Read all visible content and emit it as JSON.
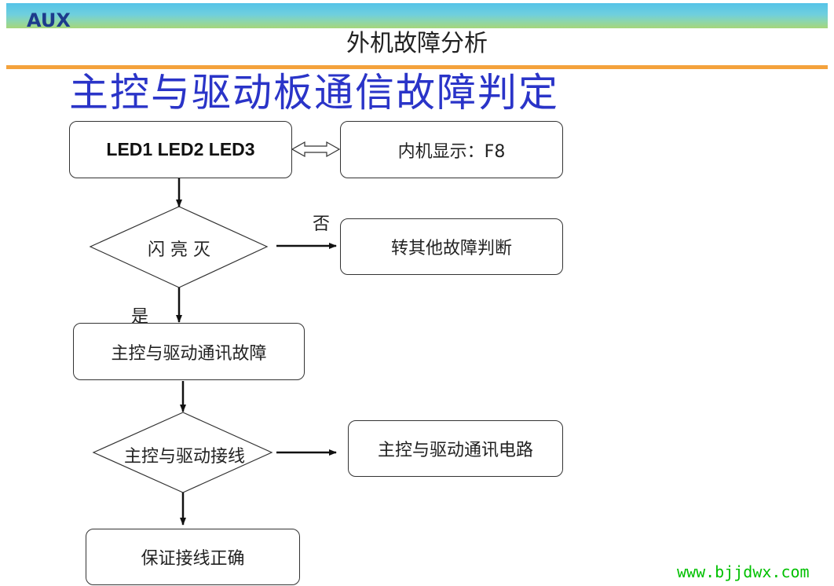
{
  "header": {
    "logo": "AUX",
    "title": "外机故障分析"
  },
  "slide": {
    "title": "主控与驱动板通信故障判定"
  },
  "flow": {
    "led_box": "LED1 LED2 LED3",
    "indoor_display": "内机显示：F8",
    "decision_blink": "闪 亮 灭",
    "no_label": "否",
    "other_fault": "转其他故障判断",
    "yes_label": "是",
    "comm_fault": "主控与驱动通讯故障",
    "decision_wiring": "主控与驱动接线",
    "comm_circuit": "主控与驱动通讯电路",
    "ensure_wiring": "保证接线正确"
  },
  "footer": {
    "watermark": "www.bjjdwx.com"
  },
  "colors": {
    "title_blue": "#2a34c8",
    "orange_rule": "#f4a23c",
    "logo_navy": "#1d3b8c",
    "watermark_green": "#00c000"
  }
}
